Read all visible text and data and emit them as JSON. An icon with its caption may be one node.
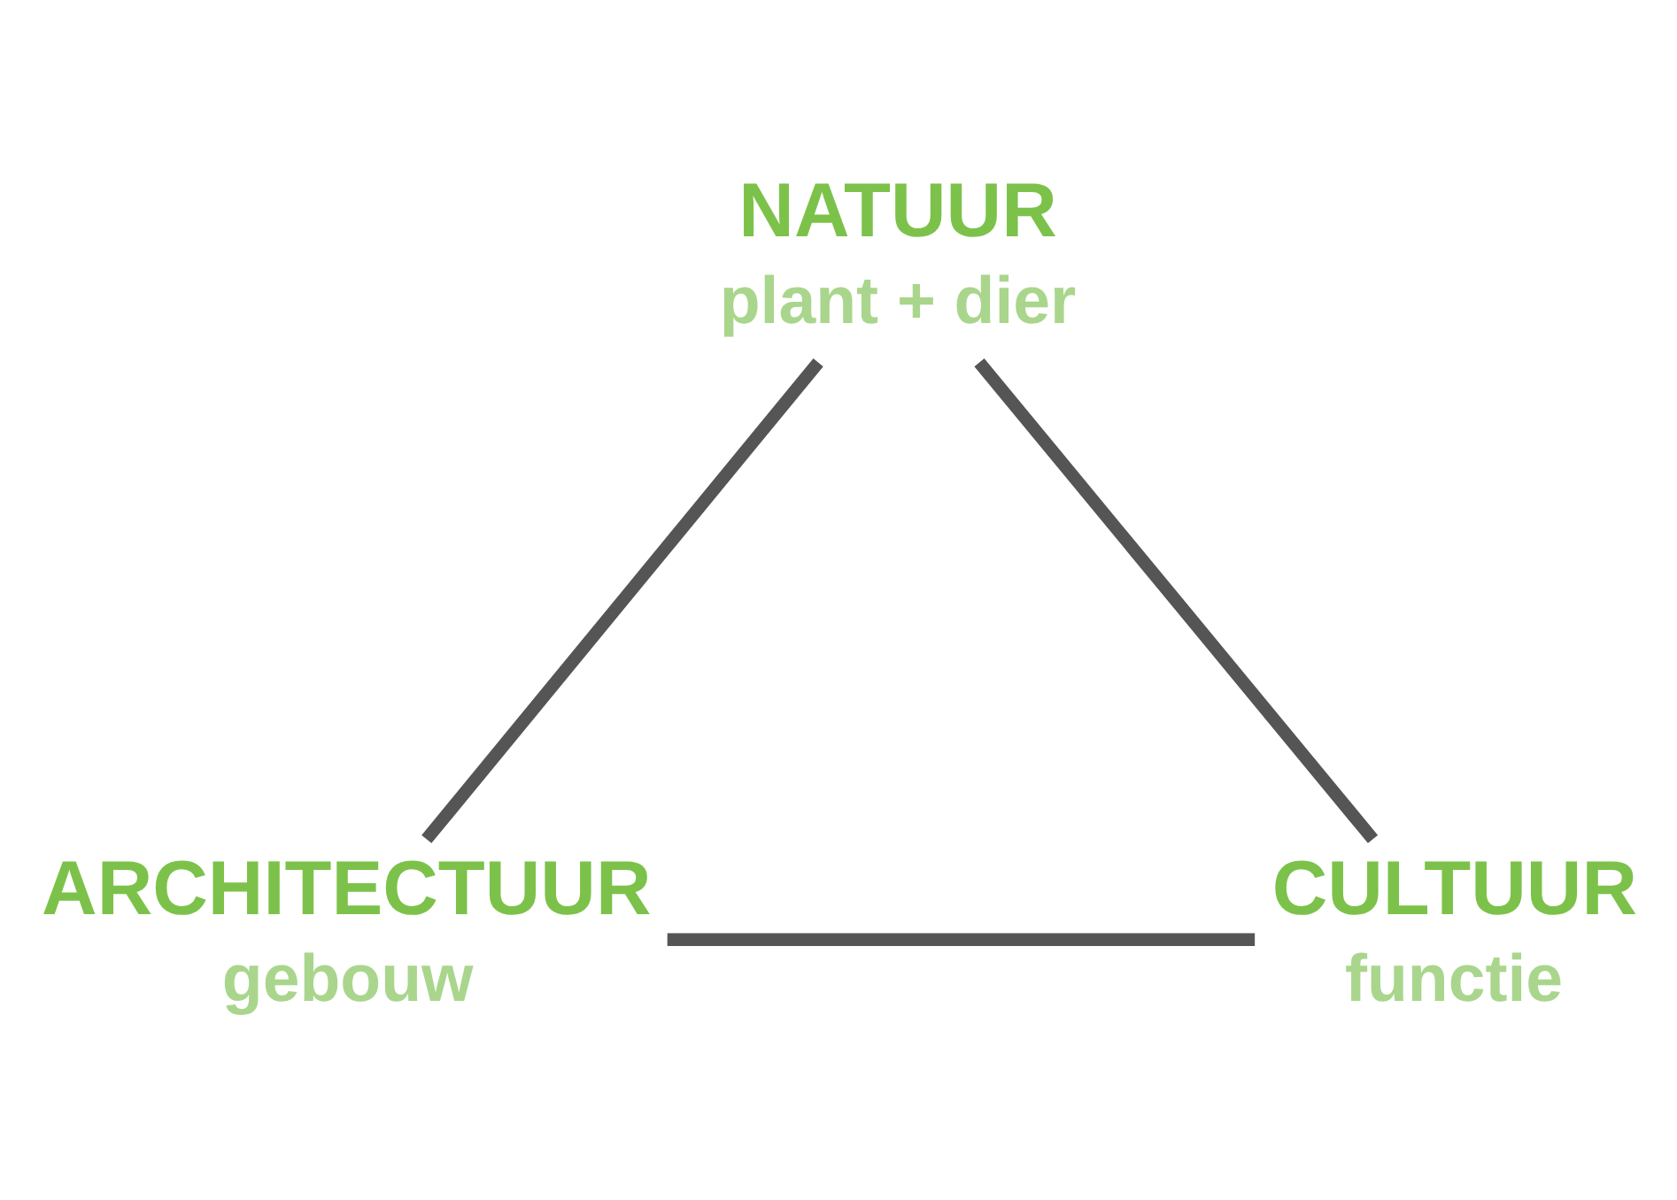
{
  "diagram": {
    "nodes": [
      {
        "text": [
          "NATUUR",
          "plant + dier"
        ]
      },
      {
        "text": [
          "ARCHITECTUUR",
          "gebouw"
        ]
      },
      {
        "text": [
          "CULTUUR",
          "functie"
        ]
      }
    ],
    "edges": [
      {
        "from": 0,
        "to": 1,
        "arrow": "none"
      },
      {
        "from": 1,
        "to": 2,
        "arrow": "none"
      },
      {
        "from": 2,
        "to": 0,
        "arrow": "none"
      }
    ]
  }
}
